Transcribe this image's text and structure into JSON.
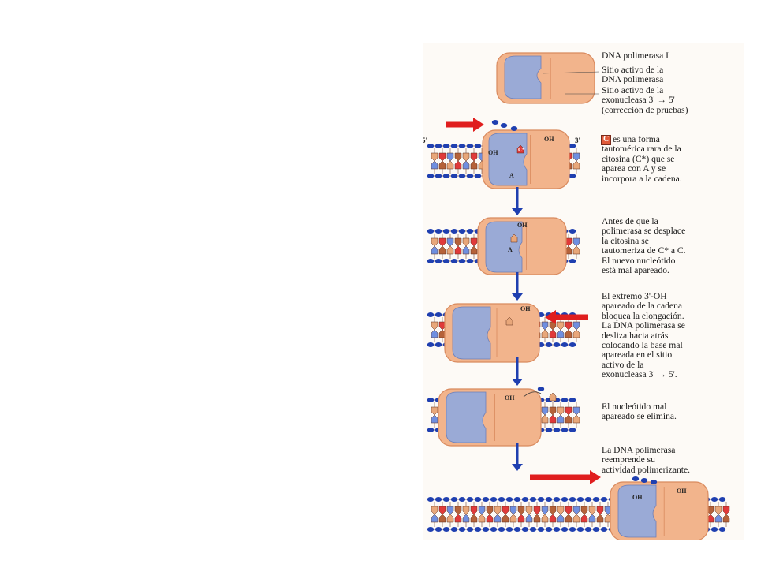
{
  "legend": {
    "title": "DNA polimerasa I",
    "polymerase_site": "Sitio activo de la\nDNA polimerasa",
    "exonuclease_site": "Sitio activo de la\nexonucleasa 3' → 5'\n(corrección de pruebas)"
  },
  "steps": [
    {
      "caption": "es una forma\ntautomérica rara de la\ncitosina (C*) que se\naparea con A y se\nincorpora a la cadena.",
      "badge": "C"
    },
    {
      "caption": "Antes de que la\npolimerasa se desplace\nla citosina se\ntautomeriza de C* a C.\nEl nuevo nucleótido\nestá mal apareado."
    },
    {
      "caption": "El extremo 3'-OH\napareado de la cadena\nbloquea la elongación.\nLa DNA polimerasa se\ndesliza hacia atrás\ncolocando la base mal\napareada en el sitio\nactivo de la\nexonucleasa 3' → 5'."
    },
    {
      "caption": "El nucleótido mal\napareado se elimina."
    },
    {
      "caption": "La DNA polimerasa\nreemprende su\nactividad polimerizante."
    }
  ],
  "labels": {
    "oh": "OH",
    "five_prime": "5'",
    "three_prime": "3'",
    "c_star": "C*",
    "a": "A"
  },
  "colors": {
    "enzyme": "#f2b48c",
    "enzyme_border": "#d98a5e",
    "pol_site": "#9aaad6",
    "backbone": "#1f3fb0",
    "strand_line": "#7a4a3a",
    "base_red": "#e03a3a",
    "base_tan": "#e8a77a",
    "base_brown": "#b5623a",
    "base_blue": "#6f8fe0",
    "arrow_red": "#e01e1e",
    "arrow_blue": "#1f3fb0"
  }
}
